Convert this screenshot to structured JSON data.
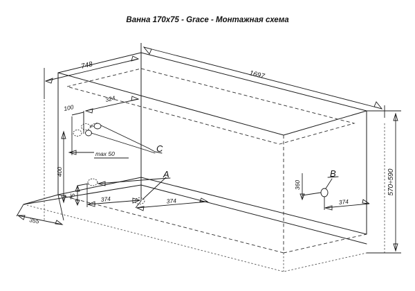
{
  "document": {
    "title": "Ванна 170x75 - Grace - Монтажная схема",
    "product": "Grace",
    "size_label": "170x75",
    "background_color": "#ffffff",
    "line_color": "#1a1a1a",
    "hidden_line_color": "#2b2b2b",
    "construction_line_color": "#555555"
  },
  "dimensions": {
    "top_left_width": "748",
    "top_right_length": "1697",
    "inner_offset_small": "100",
    "inner_offset_large": "324",
    "max_height": "max  50",
    "diameter_note": "ø20",
    "left_vertical": "400",
    "left_vertical_small": "75",
    "front_left_length": "374",
    "front_center_length": "374",
    "right_vertical": "360",
    "right_horizontal": "374",
    "bottom_left_depth": "355",
    "overall_height": "570÷590"
  },
  "callouts": [
    {
      "id": "callout-a",
      "label": "A"
    },
    {
      "id": "callout-b",
      "label": "B"
    },
    {
      "id": "callout-c",
      "label": "C"
    }
  ]
}
